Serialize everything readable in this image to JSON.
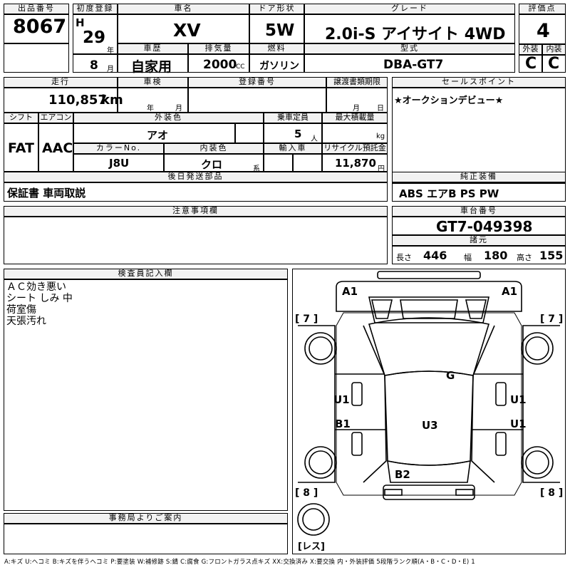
{
  "labels": {
    "lot_number": "出品番号",
    "first_registration": "初度登録",
    "car_name": "車名",
    "door_type": "ドア形状",
    "grade": "グレード",
    "score": "評価点",
    "history": "車歴",
    "displacement": "排気量",
    "fuel": "燃料",
    "model_code": "型式",
    "exterior": "外装",
    "interior": "内装",
    "mileage": "走行",
    "inspection": "車検",
    "registration_no": "登録番号",
    "transfer_deadline": "譲渡書類期限",
    "sales_point": "セールスポイント",
    "shift": "シフト",
    "aircon": "エアコン",
    "exterior_color": "外装色",
    "capacity": "乗車定員",
    "max_load": "最大積載量",
    "color_no": "カラーNo.",
    "interior_color": "内装色",
    "import": "輸入車",
    "recycle_fee": "リサイクル預託金",
    "later_items": "後日発送部品",
    "genuine_equipment": "純正装備",
    "caution": "注意事項欄",
    "chassis_no": "車台番号",
    "dimensions": "諸元",
    "inspector_notes": "検査員記入欄",
    "office_notice": "事務局よりご案内"
  },
  "units": {
    "year": "年",
    "month": "月",
    "cc": "CC",
    "km": "km",
    "day": "日",
    "person": "人",
    "kg": "kg",
    "kei": "系",
    "yen": "円",
    "length": "長さ",
    "width": "幅",
    "height": "高さ"
  },
  "values": {
    "lot_number": "8067",
    "era": "H",
    "reg_year": "29",
    "reg_month": "8",
    "car_name": "XV",
    "door_type": "5W",
    "grade": "2.0i-S アイサイト 4WD",
    "score": "4",
    "history": "自家用",
    "displacement": "2000",
    "fuel": "ガソリン",
    "model_code": "DBA-GT7",
    "exterior_grade": "C",
    "interior_grade": "C",
    "mileage": "110,857",
    "sales_point": "★オークションデビュー★",
    "shift": "FAT",
    "aircon": "AAC",
    "exterior_color": "アオ",
    "capacity": "5",
    "color_no": "J8U",
    "interior_color": "クロ",
    "recycle_fee": "11,870",
    "later_items": "保証書 車両取説",
    "genuine_equipment": "ABS エアB PS PW",
    "chassis_no": "GT7-049398",
    "length": "446",
    "width": "180",
    "height": "155"
  },
  "inspector_notes": [
    "ＡＣ効き悪い",
    "シート しみ 中",
    "荷室傷",
    "天張汚れ"
  ],
  "diagram": {
    "marks": {
      "a1_left": "A1",
      "a1_right": "A1",
      "g": "G",
      "u1_left": "U1",
      "u1_right": "U1",
      "b1_left": "B1",
      "u1_right2": "U1",
      "u3": "U3",
      "b2": "B2"
    },
    "tire_tags": {
      "front_left": "[ 7 ]",
      "front_right": "[ 7 ]",
      "rear_left": "[ 8 ]",
      "rear_right": "[ 8 ]",
      "spare": "[レス]"
    }
  },
  "legend": "A:キズ U:ヘコミ B:キズを伴うヘコミ P:要塗装 W:補修跡 S:錆 C:腐食 G:フロントガラス点キズ XX:交換済み X:要交換 内・外装評価 5段階ランク順(A・B・C・D・E) 1"
}
